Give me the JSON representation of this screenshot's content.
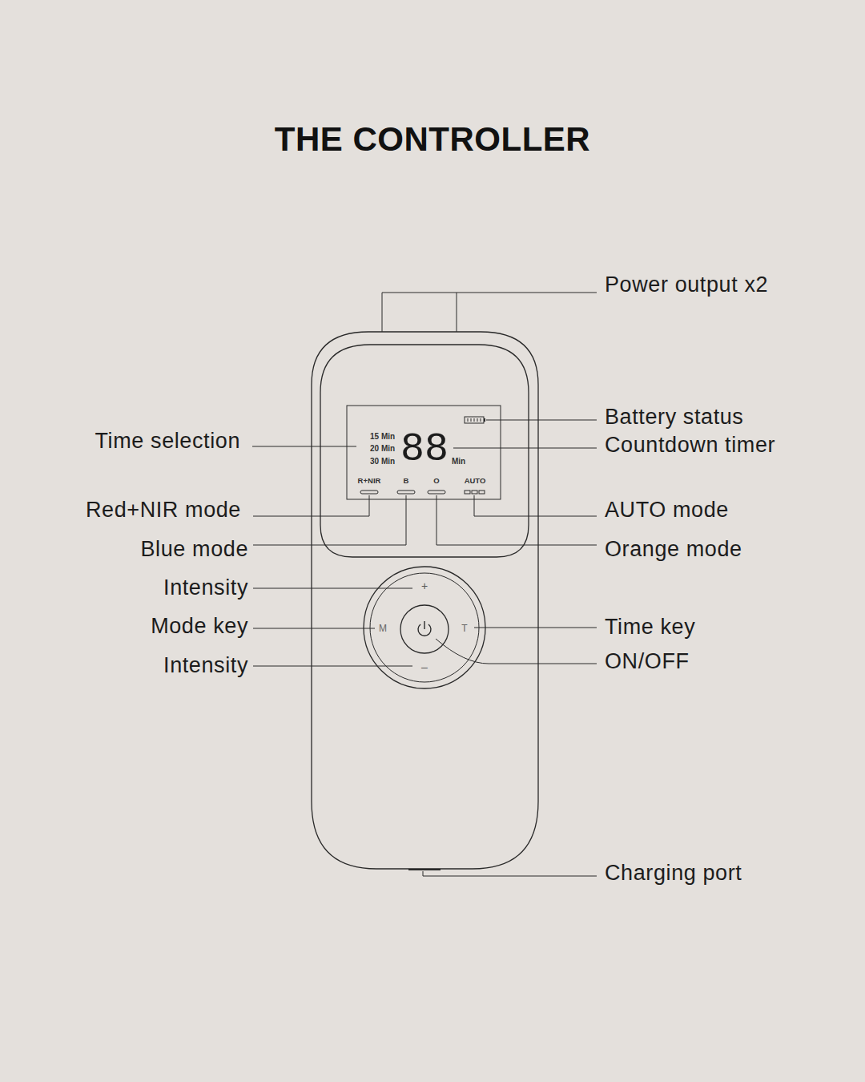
{
  "diagram": {
    "title": "THE CONTROLLER",
    "labels": [
      "Power output x2",
      "15 Min",
      "20 Min",
      "30 Min",
      "88",
      "Min",
      "Battery status",
      "Time selection",
      "Countdown timer",
      "R+NIR",
      "B",
      "O",
      "AUTO",
      "Red+NIR mode",
      "AUTO mode",
      "Blue mode",
      "Orange mode",
      "Intensity",
      "+",
      "M",
      "T",
      "Mode key",
      "Time key",
      "ON/OFF",
      "–",
      "Intensity",
      "Charging port"
    ]
  }
}
